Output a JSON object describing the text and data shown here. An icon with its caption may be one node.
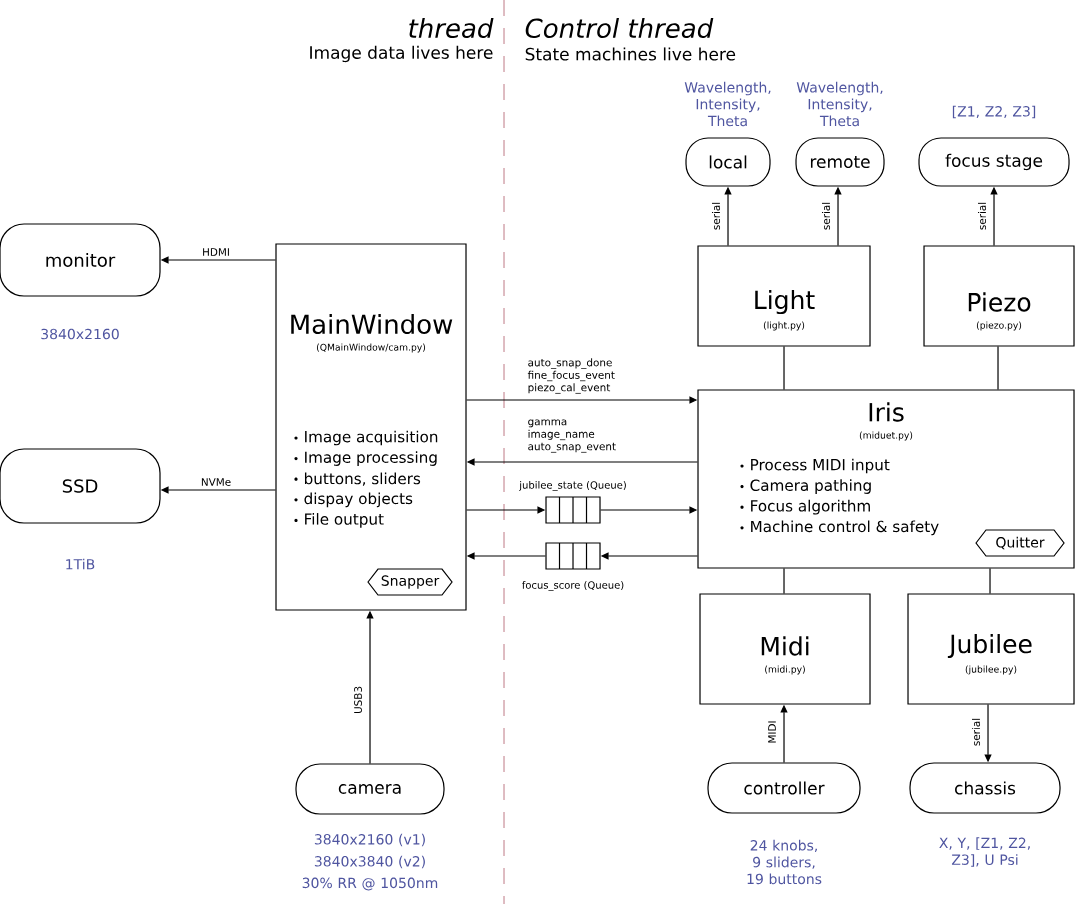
{
  "diagram": {
    "nodes": [
      {
        "text": [
          "monitor"
        ],
        "beside": [
          "3840x2160"
        ]
      },
      {
        "text": [
          "SSD"
        ],
        "beside": [
          "1TiB"
        ]
      },
      {
        "text": [
          "MainWindow",
          "(QMainWindow/cam.py)",
          "Image acquisition",
          "Image processing",
          "buttons, sliders",
          "dispay objects",
          "File output"
        ]
      },
      {
        "text": [
          "Snapper"
        ],
        "in": 2
      },
      {
        "text": [
          "camera"
        ],
        "beside": [
          "3840x2160 (v1)",
          "3840x3840 (v2)",
          "30% RR @ 1050nm"
        ]
      },
      {
        "text": [
          "local"
        ],
        "beside": [
          "Wavelength, Intensity, Theta"
        ]
      },
      {
        "text": [
          "remote"
        ],
        "beside": [
          "Wavelength, Intensity, Theta"
        ]
      },
      {
        "text": [
          "focus stage"
        ],
        "beside": [
          "[Z1, Z2, Z3]"
        ]
      },
      {
        "text": [
          "Light",
          "(light.py)"
        ]
      },
      {
        "text": [
          "Piezo",
          "(piezo.py)"
        ]
      },
      {
        "text": [
          "Iris",
          "(miduet.py)",
          "Process MIDI input",
          "Camera pathing",
          "Focus algorithm",
          "Machine control & safety"
        ]
      },
      {
        "text": [
          "Quitter"
        ],
        "in": 10
      },
      {
        "text": [
          "Midi",
          "(midi.py)"
        ]
      },
      {
        "text": [
          "Jubilee",
          "(jubilee.py)"
        ]
      },
      {
        "text": [
          "controller"
        ],
        "beside": [
          "24 knobs, 9 sliders, 19 buttons"
        ]
      },
      {
        "text": [
          "chassis"
        ],
        "beside": [
          "X, Y, [Z1, Z2, Z3], U Psi"
        ]
      },
      {
        "text": [
          "jubilee_state (Queue)"
        ]
      },
      {
        "text": [
          "focus_score (Queue)"
        ]
      }
    ],
    "edges": [
      {
        "from": 2,
        "to": 0,
        "arrow": "to",
        "label": "HDMI"
      },
      {
        "from": 2,
        "to": 1,
        "arrow": "to",
        "label": "NVMe"
      },
      {
        "from": 4,
        "to": 2,
        "arrow": "to",
        "label": "USB3"
      },
      {
        "from": 2,
        "to": 10,
        "arrow": "to",
        "label": "auto_snap_done fine_focus_event piezo_cal_event"
      },
      {
        "from": 10,
        "to": 2,
        "arrow": "to",
        "label": "gamma image_name auto_snap_event"
      },
      {
        "from": 2,
        "to": 16,
        "arrow": "to"
      },
      {
        "from": 16,
        "to": 10,
        "arrow": "to"
      },
      {
        "from": 10,
        "to": 17,
        "arrow": "to"
      },
      {
        "from": 17,
        "to": 2,
        "arrow": "to"
      },
      {
        "from": 8,
        "to": 5,
        "arrow": "to",
        "label": "serial"
      },
      {
        "from": 8,
        "to": 6,
        "arrow": "to",
        "label": "serial"
      },
      {
        "from": 9,
        "to": 7,
        "arrow": "to",
        "label": "serial"
      },
      {
        "from": 8,
        "to": 10,
        "arrow": "none"
      },
      {
        "from": 9,
        "to": 10,
        "arrow": "none"
      },
      {
        "from": 10,
        "to": 12,
        "arrow": "none"
      },
      {
        "from": 10,
        "to": 13,
        "arrow": "none"
      },
      {
        "from": 14,
        "to": 12,
        "arrow": "to",
        "label": "MIDI"
      },
      {
        "from": 13,
        "to": 15,
        "arrow": "to",
        "label": "serial"
      }
    ],
    "labels": [
      "thread",
      "Image data lives here",
      "Control thread",
      "State machines live here"
    ]
  }
}
